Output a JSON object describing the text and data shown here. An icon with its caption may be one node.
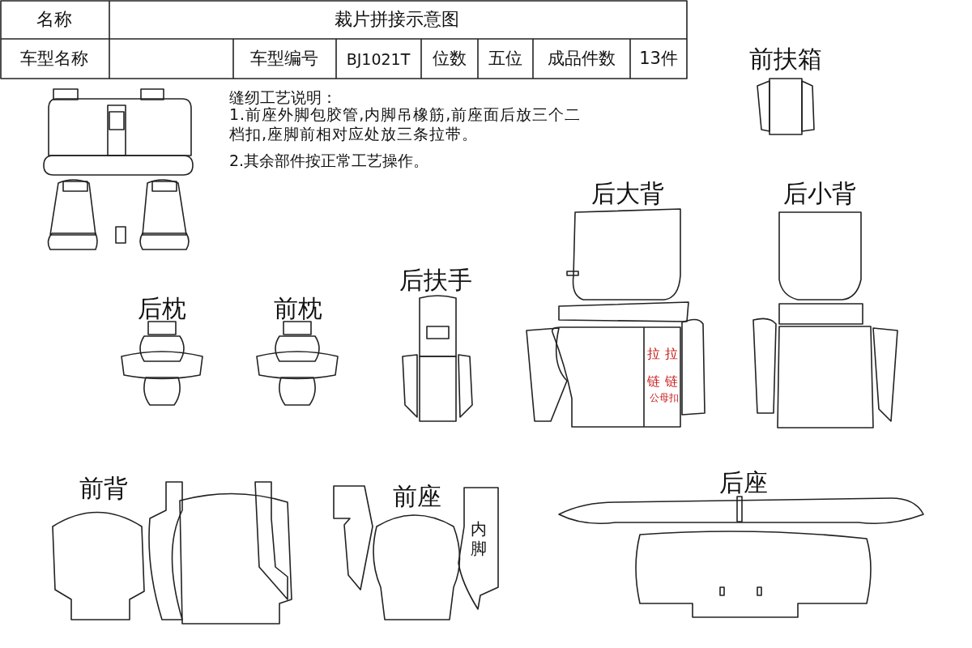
{
  "diagram": {
    "nodes": [
      {
        "text": [
          "内脚"
        ]
      },
      {
        "text": [
          "拉链",
          "拉链",
          "公母扣"
        ]
      }
    ],
    "labels": [
      "名称",
      "裁片拼接示意图",
      "车型名称",
      "车型编号",
      "BJ1021T",
      "位数",
      "五位",
      "成品件数",
      "13件",
      "前扶箱",
      "缝纫工艺说明：",
      "1.前座外脚包胶管,内脚吊橡筋,前座面后放三个二档扣,座脚前相对应处放三条拉带。",
      "2.其余部件按正常工艺操作。",
      "后大背",
      "后小背",
      "后扶手",
      "后枕",
      "前枕",
      "前背",
      "前座",
      "后座"
    ]
  }
}
